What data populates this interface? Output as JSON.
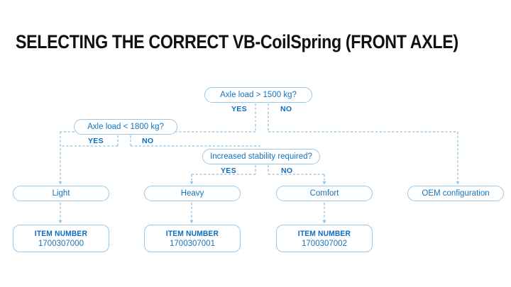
{
  "title": "SELECTING THE CORRECT VB-CoilSpring (FRONT AXLE)",
  "colors": {
    "accent": "#0c6cc0",
    "node_text": "#1573bd",
    "node_border": "#9cc8e8",
    "wire": "#8ec2e6",
    "title": "#111111",
    "background": "#ffffff"
  },
  "decisions": [
    {
      "id": "axle-load-1500",
      "label": "Axle load > 1500 kg?",
      "yes": "YES",
      "no": "NO"
    },
    {
      "id": "axle-load-1800",
      "label": "Axle load < 1800 kg?",
      "yes": "YES",
      "no": "NO"
    },
    {
      "id": "increased-stability",
      "label": "Increased stability required?",
      "yes": "YES",
      "no": "NO"
    }
  ],
  "results": [
    {
      "id": "light",
      "label": "Light"
    },
    {
      "id": "heavy",
      "label": "Heavy"
    },
    {
      "id": "comfort",
      "label": "Comfort"
    },
    {
      "id": "oem",
      "label": "OEM configuration"
    }
  ],
  "item_boxes": [
    {
      "id": "item-light",
      "header": "ITEM NUMBER",
      "number": "1700307000"
    },
    {
      "id": "item-heavy",
      "header": "ITEM NUMBER",
      "number": "1700307001"
    },
    {
      "id": "item-comfort",
      "header": "ITEM NUMBER",
      "number": "1700307002"
    }
  ]
}
